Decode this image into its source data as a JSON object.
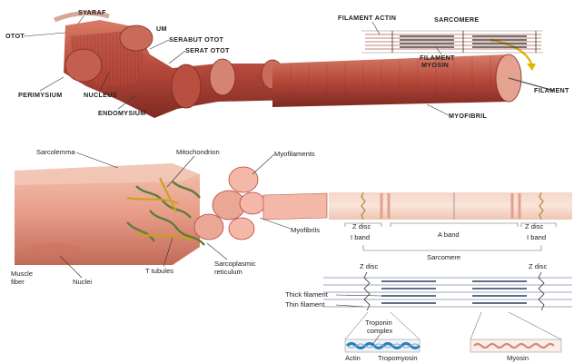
{
  "top_figure": {
    "labels": {
      "syaraf": "SYARAF",
      "otot": "OTOT",
      "epimysium_partial": "UM",
      "serabut_otot": "SERABUT OTOT",
      "serat_otot": "SERAT OTOT",
      "perimysium": "PERIMYSIUM",
      "nucleus": "NUCLEUS",
      "endomysium": "ENDOMYSIUM",
      "filament_actin": "FILAMENT ACTIN",
      "sarcomere": "SARCOMERE",
      "filament_myosin_line1": "FILAMENT",
      "filament_myosin_line2": "MYOSIN",
      "filament": "FILAMENT",
      "myofibril": "MYOFIBRIL"
    }
  },
  "bottom_figure": {
    "labels": {
      "sarcolemma": "Sarcolemma",
      "mitochondrion": "Mitochondrion",
      "myofilaments": "Myofilaments",
      "myofibrils": "Myofibrils",
      "muscle_fiber_line1": "Muscle",
      "muscle_fiber_line2": "fiber",
      "nuclei": "Nuclei",
      "t_tubules": "T tubules",
      "sr_line1": "Sarcoplasmic",
      "sr_line2": "reticulum",
      "z_disc_left": "Z disc",
      "a_band": "A band",
      "z_disc_right": "Z disc",
      "i_band_left": "I band",
      "i_band_right": "I band",
      "sarcomere": "Sarcomere",
      "z_disc_lower_left": "Z disc",
      "z_disc_lower_right": "Z disc",
      "thick_filament": "Thick filament",
      "thin_filament": "Thin filament",
      "troponin_line1": "Troponin",
      "troponin_line2": "complex",
      "actin": "Actin",
      "tropomyosin": "Tropomyosin",
      "myosin": "Myosin"
    }
  },
  "colors": {
    "muscle": "#b5483a",
    "muscle_light": "#e0a597",
    "muscle_dark": "#7e2a22",
    "sheath": "#f1c9b9",
    "tubule": "#c9a21a",
    "sr_green": "#5b7d3a",
    "filament_blue": "#5a6f8a"
  }
}
